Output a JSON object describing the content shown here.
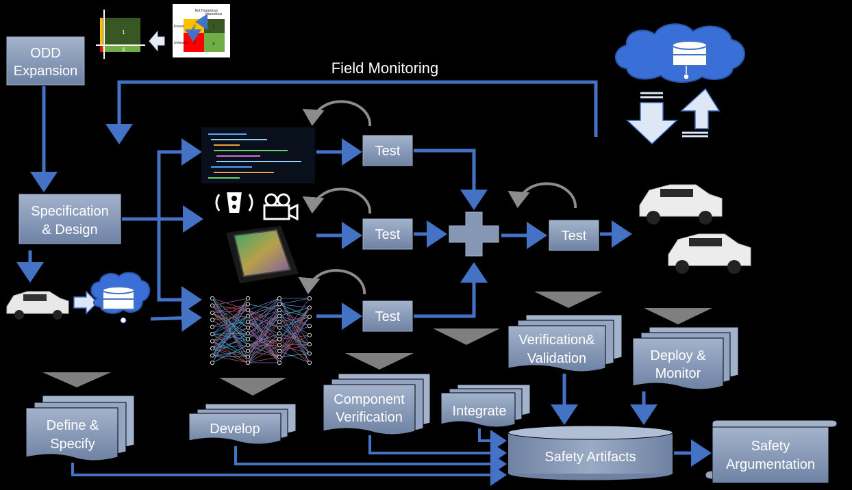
{
  "diagram": {
    "odd_expansion": {
      "line1": "ODD",
      "line2": "Expansion"
    },
    "field_monitoring": "Field Monitoring",
    "spec_design": {
      "line1": "Specification",
      "line2": "& Design"
    },
    "test_label": "Test",
    "safety_artifacts": "Safety Artifacts",
    "safety_argumentation": {
      "line1": "Safety",
      "line2": "Argumentation"
    },
    "phases": {
      "define_specify": {
        "line1": "Define &",
        "line2": "Specify"
      },
      "develop": "Develop",
      "component_verification": {
        "line1": "Component",
        "line2": "Verification"
      },
      "integrate": "Integrate",
      "verification_validation": {
        "line1": "Verification&",
        "line2": "Validation"
      },
      "deploy_monitor": {
        "line1": "Deploy &",
        "line2": "Monitor"
      }
    },
    "matrix": {
      "col_hazardous": "Hazardous",
      "col_not_hazardous": "Not Hazardous",
      "row_known": "Known",
      "row_unknown": "Unknown",
      "cells": [
        "2",
        "1",
        "3",
        "4"
      ],
      "result_cells": [
        "1",
        "4"
      ]
    },
    "colors": {
      "box_fill": "#8597b4",
      "arrow": "#4472c4",
      "cloud": "#3a6fd8",
      "triangle": "#7f7f7f",
      "green": "#385723",
      "green_light": "#70ad47",
      "yellow": "#ffc000",
      "red": "#ff0000"
    }
  }
}
